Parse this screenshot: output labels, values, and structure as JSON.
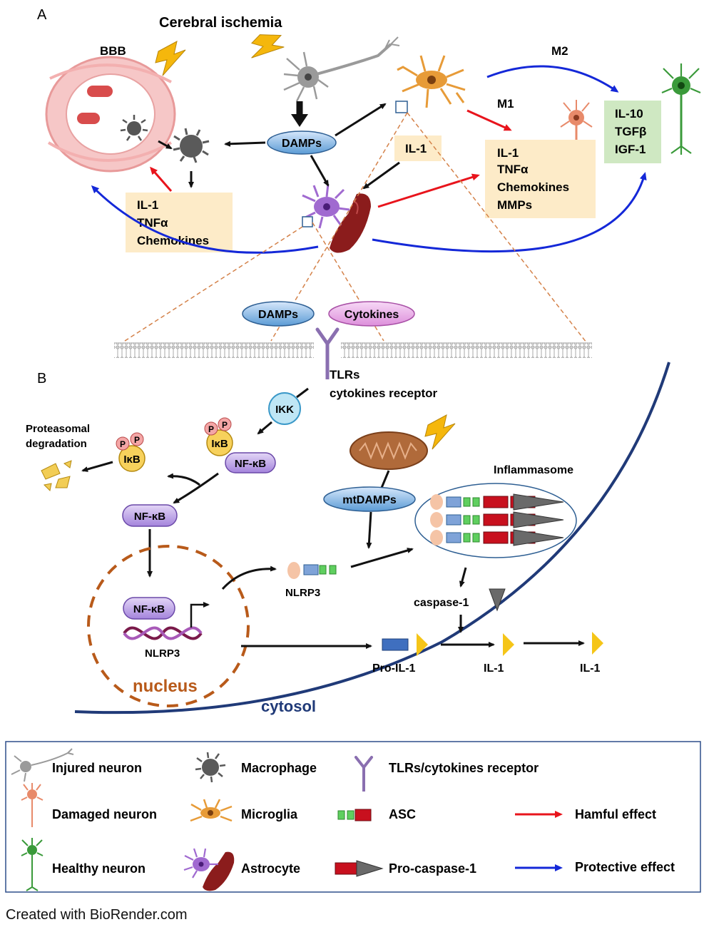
{
  "panel_a": {
    "label": "A",
    "title": "Cerebral ischemia",
    "bbb": "BBB",
    "damps": "DAMPs",
    "il1": "IL-1",
    "m1": "M1",
    "m2": "M2",
    "left_box": [
      "IL-1",
      "TNFα",
      "Chemokines"
    ],
    "m1_box": [
      "IL-1",
      "TNFα",
      "Chemokines",
      "MMPs"
    ],
    "m2_box": [
      "IL-10",
      "TGFβ",
      "IGF-1"
    ]
  },
  "panel_b": {
    "label": "B",
    "damps": "DAMPs",
    "cytokines": "Cytokines",
    "receptor": [
      "TLRs",
      "cytokines receptor"
    ],
    "ikk": "IKK",
    "p": "P",
    "ikb": "IκB",
    "nfkb": "NF-κB",
    "proteasomal": [
      "Proteasomal",
      "degradation"
    ],
    "mtdamps": "mtDAMPs",
    "inflammasome": "Inflammasome",
    "nlrp3": "NLRP3",
    "caspase1": "caspase-1",
    "pro_il1": "Pro-IL-1",
    "il1": "IL-1",
    "nucleus": "nucleus",
    "cytosol": "cytosol"
  },
  "legend": {
    "injured_neuron": "Injured neuron",
    "damaged_neuron": "Damaged neuron",
    "healthy_neuron": "Healthy neuron",
    "macrophage": "Macrophage",
    "microglia": "Microglia",
    "astrocyte": "Astrocyte",
    "receptor": "TLRs/cytokines receptor",
    "asc": "ASC",
    "pro_caspase": "Pro-caspase-1",
    "harmful": "Hamful effect",
    "protective": "Protective effect"
  },
  "credit": "Created with BioRender.com",
  "colors": {
    "harmful": "#e8141c",
    "protective": "#1428d8",
    "cytosol": "#203a78",
    "nucleus": "#b85a1a",
    "box_yellow": "#fdebc8",
    "box_green": "#cfe8c2",
    "damps_blue": "#5b9bd5",
    "cytokines_pink": "#e9a6e6",
    "nfkb_purple": "#b79be0"
  }
}
